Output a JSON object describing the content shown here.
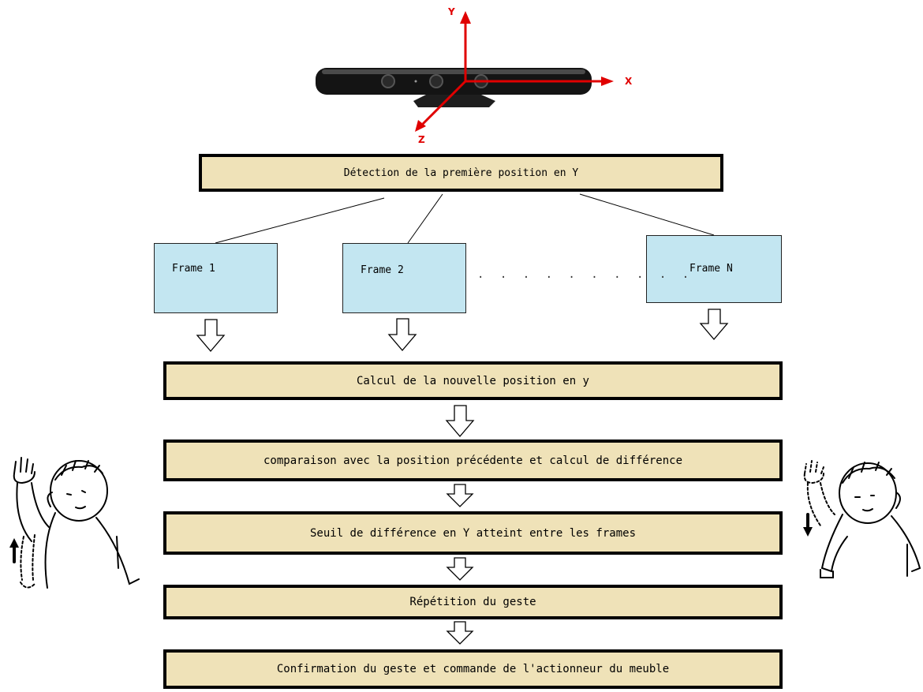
{
  "axes": {
    "x": "X",
    "y": "Y",
    "z": "Z"
  },
  "top_box": "Détection de la première position en Y",
  "frames": [
    "Frame 1",
    "Frame 2",
    "Frame N"
  ],
  "frames_ellipsis": ". . . . . . . . . .",
  "steps": [
    "Calcul de la nouvelle position en y",
    "comparaison avec la position précédente et calcul de différence",
    "Seuil de différence en Y atteint entre les frames",
    "Répétition du geste",
    "Confirmation du geste et commande de l'actionneur du meuble"
  ],
  "colors": {
    "step_box_fill": "#efe2b8",
    "frame_box_fill": "#c3e6f1",
    "axis_color": "#e00000"
  },
  "illustrations": {
    "sensor": "kinect-sensor",
    "left_figure": "person-raising-arm",
    "right_figure": "person-lowering-arm"
  }
}
